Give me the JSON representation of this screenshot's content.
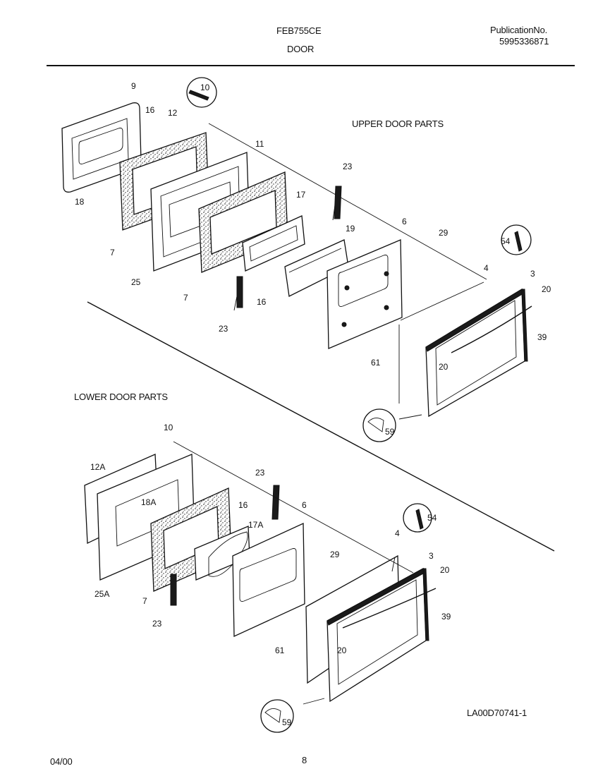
{
  "header": {
    "model": "FEB755CE",
    "section": "DOOR",
    "publication_label": "PublicationNo.",
    "publication_number": "5995336871"
  },
  "sections": {
    "upper": "UPPER DOOR PARTS",
    "lower": "LOWER DOOR PARTS"
  },
  "callouts": {
    "upper": [
      "9",
      "16",
      "12",
      "11",
      "10",
      "18",
      "7",
      "25",
      "7",
      "17",
      "19",
      "23",
      "16",
      "23",
      "6",
      "29",
      "4",
      "54",
      "3",
      "20",
      "39",
      "61",
      "20",
      "59"
    ],
    "lower": [
      "10",
      "12A",
      "18A",
      "23",
      "16",
      "6",
      "17A",
      "25A",
      "7",
      "23",
      "29",
      "4",
      "54",
      "3",
      "20",
      "39",
      "61",
      "20",
      "59"
    ]
  },
  "footer": {
    "date": "04/00",
    "page": "8",
    "diagram_id": "LA00D70741-1"
  }
}
